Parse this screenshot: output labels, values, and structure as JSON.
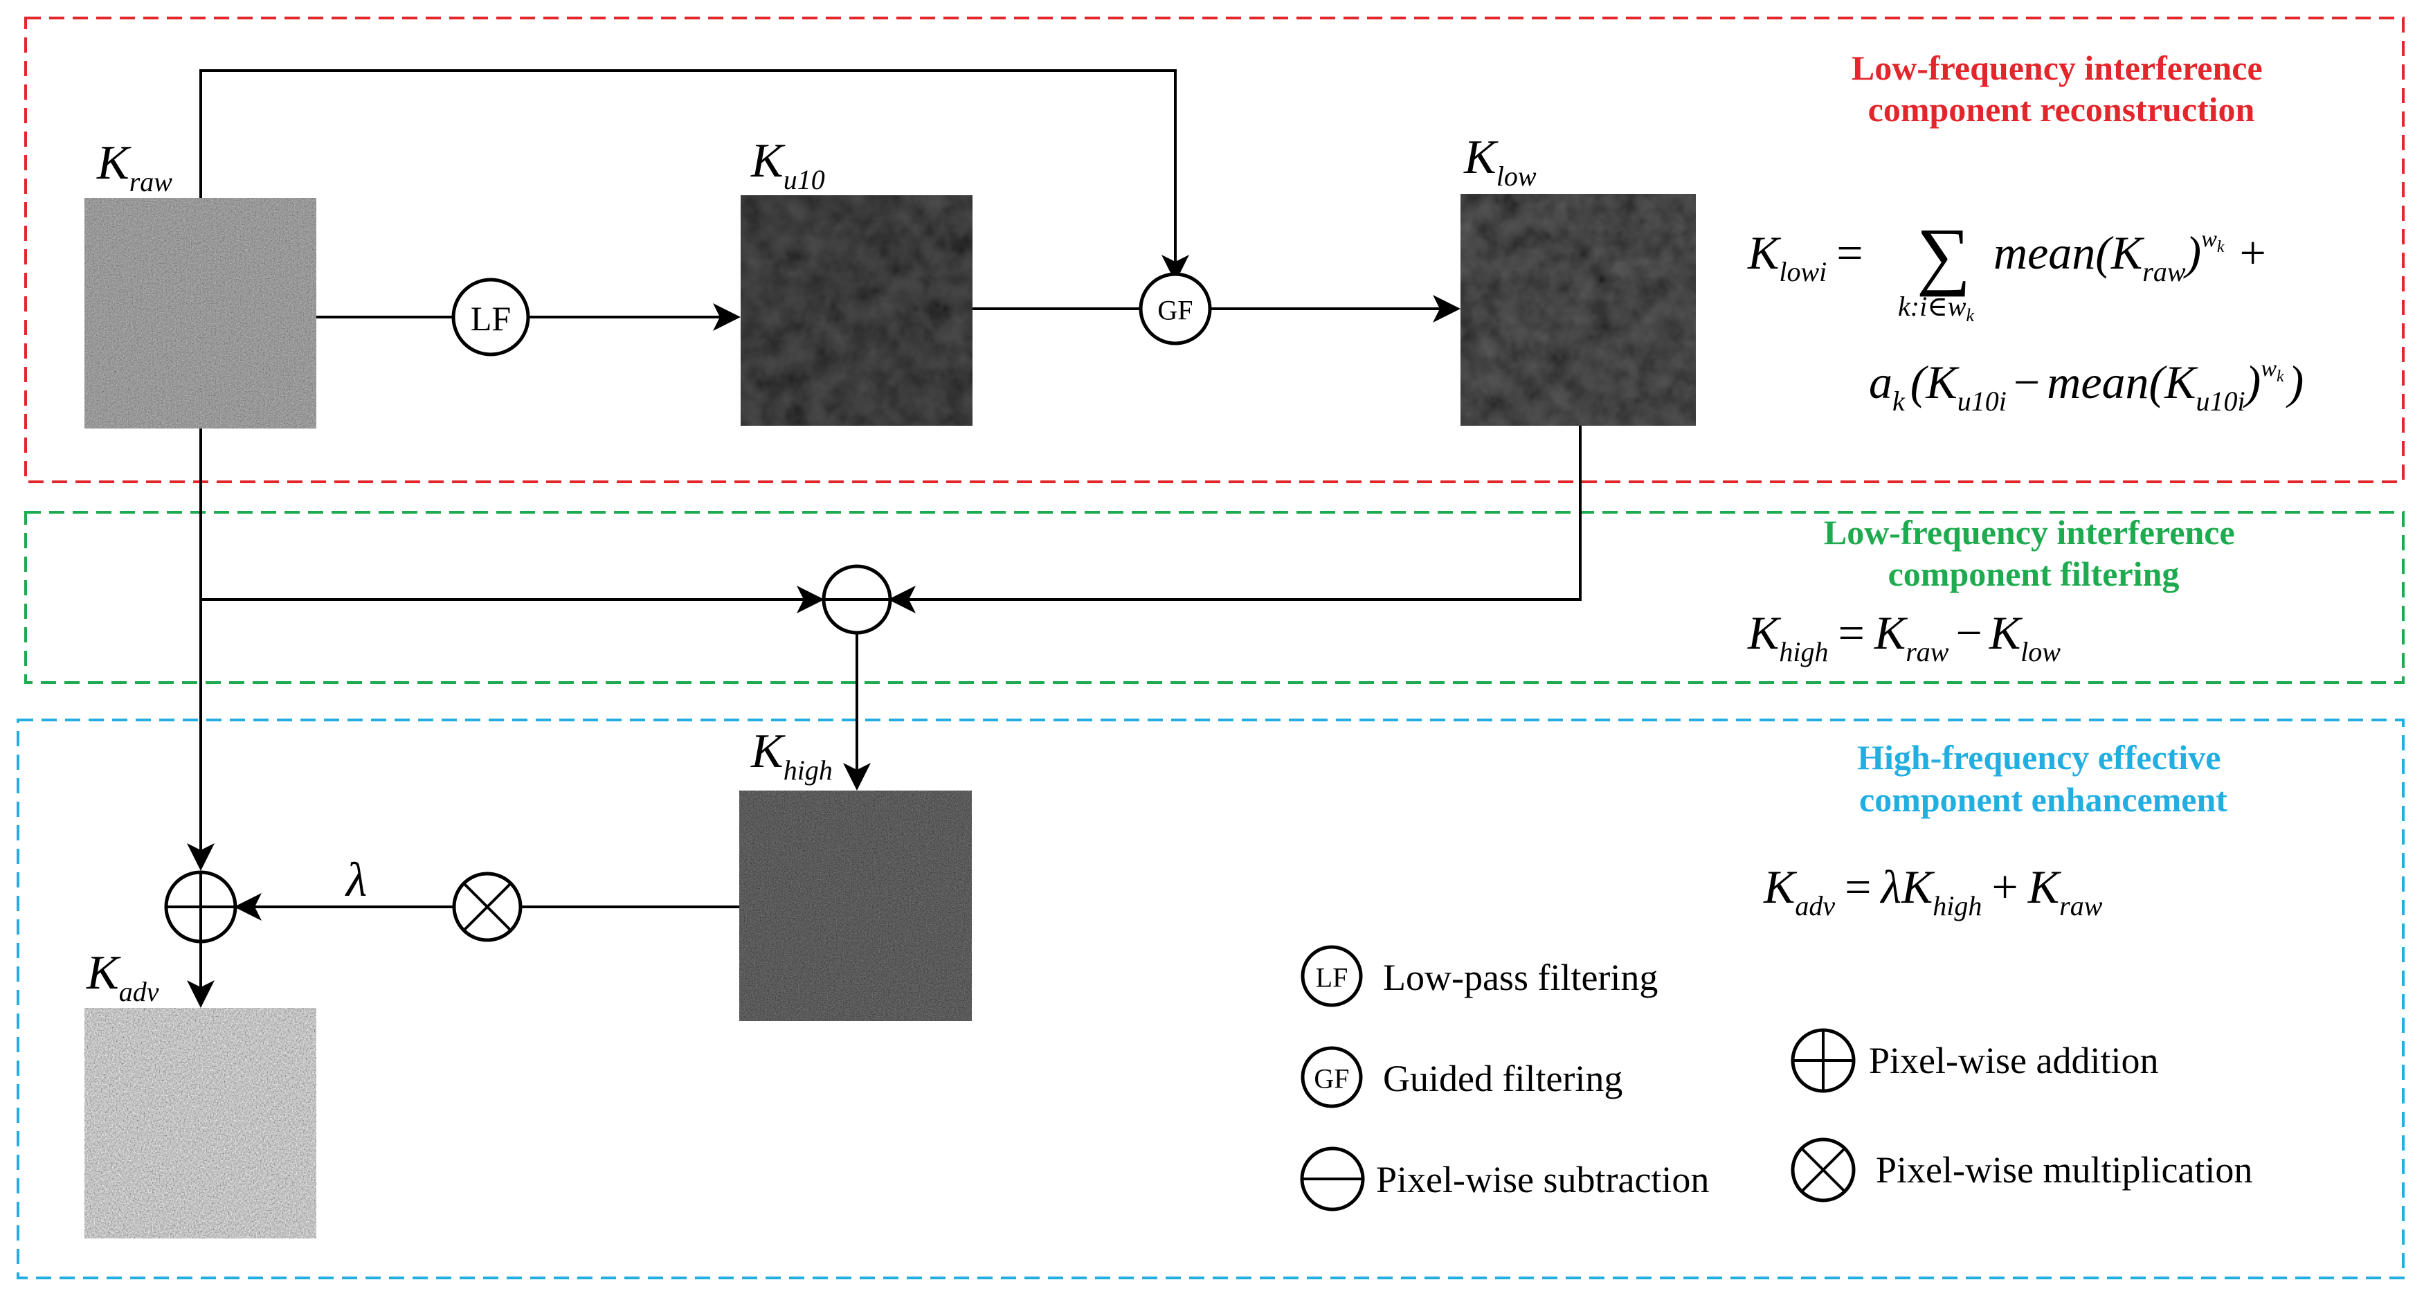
{
  "sections": {
    "reconstruction": {
      "title_line1": "Low-frequency interference",
      "title_line2": "component reconstruction",
      "color": "#e3262b"
    },
    "filtering": {
      "title_line1": "Low-frequency interference",
      "title_line2": "component filtering",
      "color": "#1eaa4e"
    },
    "enhancement": {
      "title_line1": "High-frequency effective",
      "title_line2": "component enhancement",
      "color": "#22aee0"
    }
  },
  "images": {
    "raw": {
      "symbol": "K",
      "sub": "raw",
      "tone": "#3a3a3a"
    },
    "u10": {
      "symbol": "K",
      "sub": "u10",
      "tone": "#141414"
    },
    "low": {
      "symbol": "K",
      "sub": "low",
      "tone": "#1c1c1c"
    },
    "high": {
      "symbol": "K",
      "sub": "high",
      "tone": "#1a1a1a"
    },
    "adv": {
      "symbol": "K",
      "sub": "adv",
      "tone": "#8a8a8a"
    }
  },
  "nodes": {
    "lf": {
      "label": "LF"
    },
    "gf": {
      "label": "GF"
    },
    "lambda": {
      "label": "λ"
    }
  },
  "equations": {
    "klow": {
      "lhs": "K",
      "lhs_sub": "lowi",
      "equals": "=",
      "sum": "∑",
      "sum_sub": "k:i∈w",
      "sum_sub2": "k",
      "mean1": "mean(K",
      "mean1_sub": "raw",
      "mean1_close": ")",
      "sup1": "w",
      "sup1_sub": "k",
      "plus": "+",
      "a": "a",
      "a_sub": "k",
      "paren_open": "(K",
      "paren_sub": "u10i",
      "minus": "−",
      "mean2": "mean(K",
      "mean2_sub": "u10i",
      "mean2_close": ")",
      "sup2": "w",
      "sup2_sub": "k",
      "paren_close": ")"
    },
    "khigh": {
      "lhs": "K",
      "lhs_sub": "high",
      "equals": "=",
      "t1": "K",
      "t1_sub": "raw",
      "minus": "−",
      "t2": "K",
      "t2_sub": "low"
    },
    "kadv": {
      "lhs": "K",
      "lhs_sub": "adv",
      "equals": "=",
      "lambda": "λ",
      "t1": "K",
      "t1_sub": "high",
      "plus": "+",
      "t2": "K",
      "t2_sub": "raw"
    }
  },
  "legend": {
    "lf": {
      "icon_text": "LF",
      "label": "Low-pass filtering"
    },
    "gf": {
      "icon_text": "GF",
      "label": "Guided filtering"
    },
    "subtract": {
      "label": "Pixel-wise subtraction"
    },
    "add": {
      "label": "Pixel-wise addition"
    },
    "multiply": {
      "label": "Pixel-wise multiplication"
    }
  }
}
